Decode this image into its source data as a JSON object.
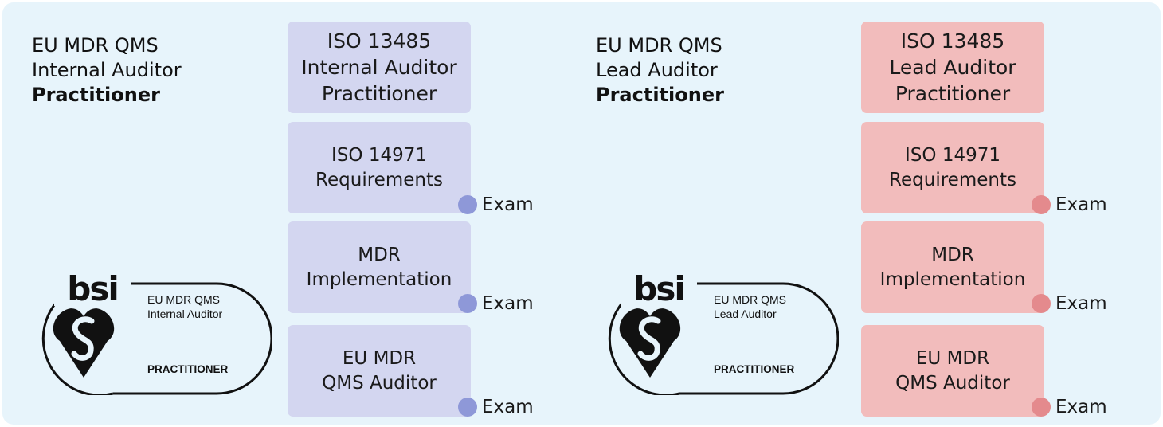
{
  "colors": {
    "panel": "#e7f4fb",
    "internal_box": "#d3d6f0",
    "internal_dot": "#8e98d8",
    "lead_box": "#f2bcbc",
    "lead_dot": "#e48a8d"
  },
  "internal": {
    "title_line1": "EU MDR QMS",
    "title_line2": "Internal Auditor",
    "title_line3": "Practitioner",
    "main_box": {
      "line1": "ISO 13485",
      "line2": "Internal Auditor",
      "line3": "Practitioner"
    },
    "modules": [
      {
        "line1": "ISO 14971",
        "line2": "Requirements",
        "exam": "Exam"
      },
      {
        "line1": "MDR",
        "line2": "Implementation",
        "exam": "Exam"
      },
      {
        "line1": "EU MDR",
        "line2": "QMS Auditor",
        "exam": "Exam"
      }
    ],
    "badge": {
      "logo": "bsi",
      "line1": "EU MDR QMS",
      "line2": "Internal Auditor",
      "level": "PRACTITIONER"
    }
  },
  "lead": {
    "title_line1": "EU MDR QMS",
    "title_line2": "Lead Auditor",
    "title_line3": "Practitioner",
    "main_box": {
      "line1": "ISO 13485",
      "line2": "Lead Auditor",
      "line3": "Practitioner"
    },
    "modules": [
      {
        "line1": "ISO 14971",
        "line2": "Requirements",
        "exam": "Exam"
      },
      {
        "line1": "MDR",
        "line2": "Implementation",
        "exam": "Exam"
      },
      {
        "line1": "EU MDR",
        "line2": "QMS Auditor",
        "exam": "Exam"
      }
    ],
    "badge": {
      "logo": "bsi",
      "line1": "EU MDR QMS",
      "line2": "Lead Auditor",
      "level": "PRACTITIONER"
    }
  }
}
